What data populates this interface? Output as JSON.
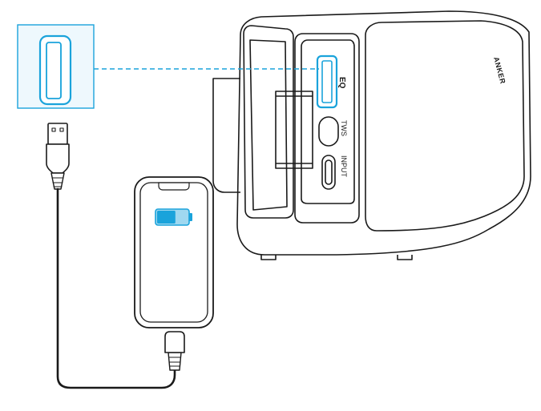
{
  "speaker": {
    "brand": "ANKER",
    "port_labels": {
      "eq": "EQ",
      "tws": "TWS",
      "input": "INPUT"
    }
  },
  "phone": {
    "battery_level": 0.6
  },
  "icons": {
    "usb_port": "usb-a-port-icon",
    "eq_icon": "eq-icon",
    "battery": "battery-icon"
  },
  "colors": {
    "outline": "#1a1a1a",
    "highlight": "#1aa3db",
    "highlight_fill": "#eef8fd",
    "battery_fill": "#1aa3db",
    "battery_empty": "#9fd8f0",
    "speaker_shell": "#ffffff"
  }
}
